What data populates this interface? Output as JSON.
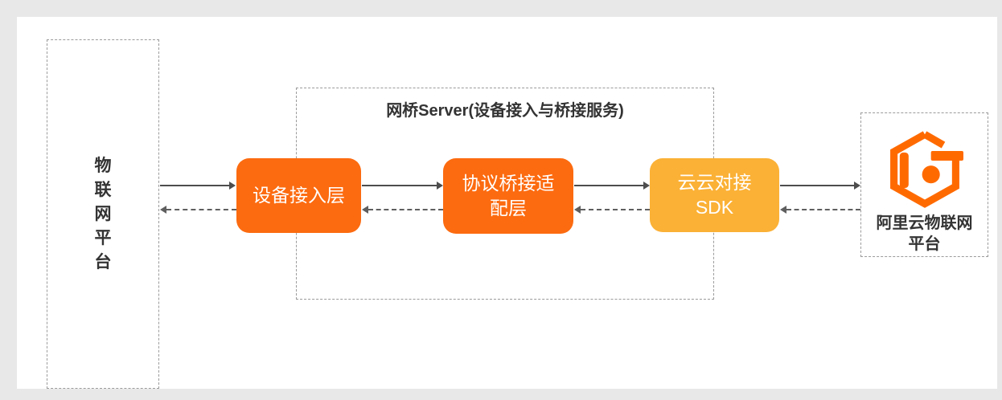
{
  "page": {
    "background_color": "#E8E8E8",
    "panel_color": "#FFFFFF"
  },
  "diagram": {
    "left_platform": {
      "label": "物联网平台"
    },
    "bridge_server": {
      "title": "网桥Server(设备接入与桥接服务)",
      "nodes": [
        {
          "label": [
            "设备接入层"
          ],
          "color": "#FC6B10"
        },
        {
          "label": [
            "协议桥接适",
            "配层"
          ],
          "color": "#FC6B10"
        },
        {
          "label": [
            "云云对接",
            "SDK"
          ],
          "color": "#FBB136"
        }
      ]
    },
    "aliyun_platform": {
      "label": [
        "阿里云物联网",
        "平台"
      ],
      "logo_color": "#FF6A00"
    },
    "styles": {
      "dashed_border_color": "#9B9B9B",
      "forward_arrow_color": "#4D4D4D",
      "back_arrow_color": "#5F5F5F",
      "text_color": "#333333",
      "node_text_color": "#FFFFFF"
    }
  }
}
